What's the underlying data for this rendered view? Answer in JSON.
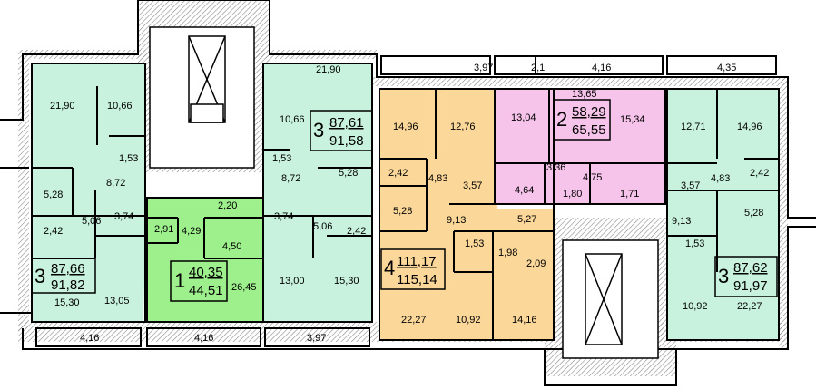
{
  "colors": {
    "mint": "#c8f2dd",
    "green": "#9ef08c",
    "orange": "#fbd79a",
    "pink": "#f6c3ea",
    "wall": "#000000",
    "hatch": "#9a9a9a"
  },
  "apartments": [
    {
      "id": "apt-left-3",
      "rooms": "3",
      "area_total": "87,66",
      "area_with_balcony": "91,82",
      "color": "mint"
    },
    {
      "id": "apt-top-left-3",
      "rooms": "3",
      "area_total": "87,61",
      "area_with_balcony": "91,58",
      "color": "mint"
    },
    {
      "id": "apt-1",
      "rooms": "1",
      "area_total": "40,35",
      "area_with_balcony": "44,51",
      "color": "green"
    },
    {
      "id": "apt-4",
      "rooms": "4",
      "area_total": "111,17",
      "area_with_balcony": "115,14",
      "color": "orange"
    },
    {
      "id": "apt-2",
      "rooms": "2",
      "area_total": "58,29",
      "area_with_balcony": "65,55",
      "color": "pink"
    },
    {
      "id": "apt-right-3",
      "rooms": "3",
      "area_total": "87,62",
      "area_with_balcony": "91,97",
      "color": "mint"
    }
  ],
  "room_areas": [
    "21,90",
    "10,66",
    "1,53",
    "8,72",
    "5,28",
    "5,06",
    "3,74",
    "2,42",
    "13,05",
    "15,30",
    "21,90",
    "10,66",
    "1,53",
    "8,72",
    "5,28",
    "3,74",
    "5,06",
    "2,42",
    "13,00",
    "15,30",
    "2,20",
    "2,91",
    "4,29",
    "4,50",
    "26,45",
    "14,96",
    "12,76",
    "2,42",
    "4,83",
    "3,57",
    "5,28",
    "9,13",
    "5,27",
    "1,53",
    "1,98",
    "2,09",
    "22,27",
    "10,92",
    "14,16",
    "13,65",
    "13,04",
    "15,34",
    "3,36",
    "4,75",
    "4,64",
    "1,80",
    "1,71",
    "12,71",
    "14,96",
    "4,83",
    "2,42",
    "3,57",
    "5,28",
    "9,13",
    "1,53",
    "10,92",
    "22,27"
  ],
  "balcony_widths": [
    "4,16",
    "4,16",
    "3,97",
    "3,97",
    "2,1",
    "4,16",
    "4,35"
  ]
}
